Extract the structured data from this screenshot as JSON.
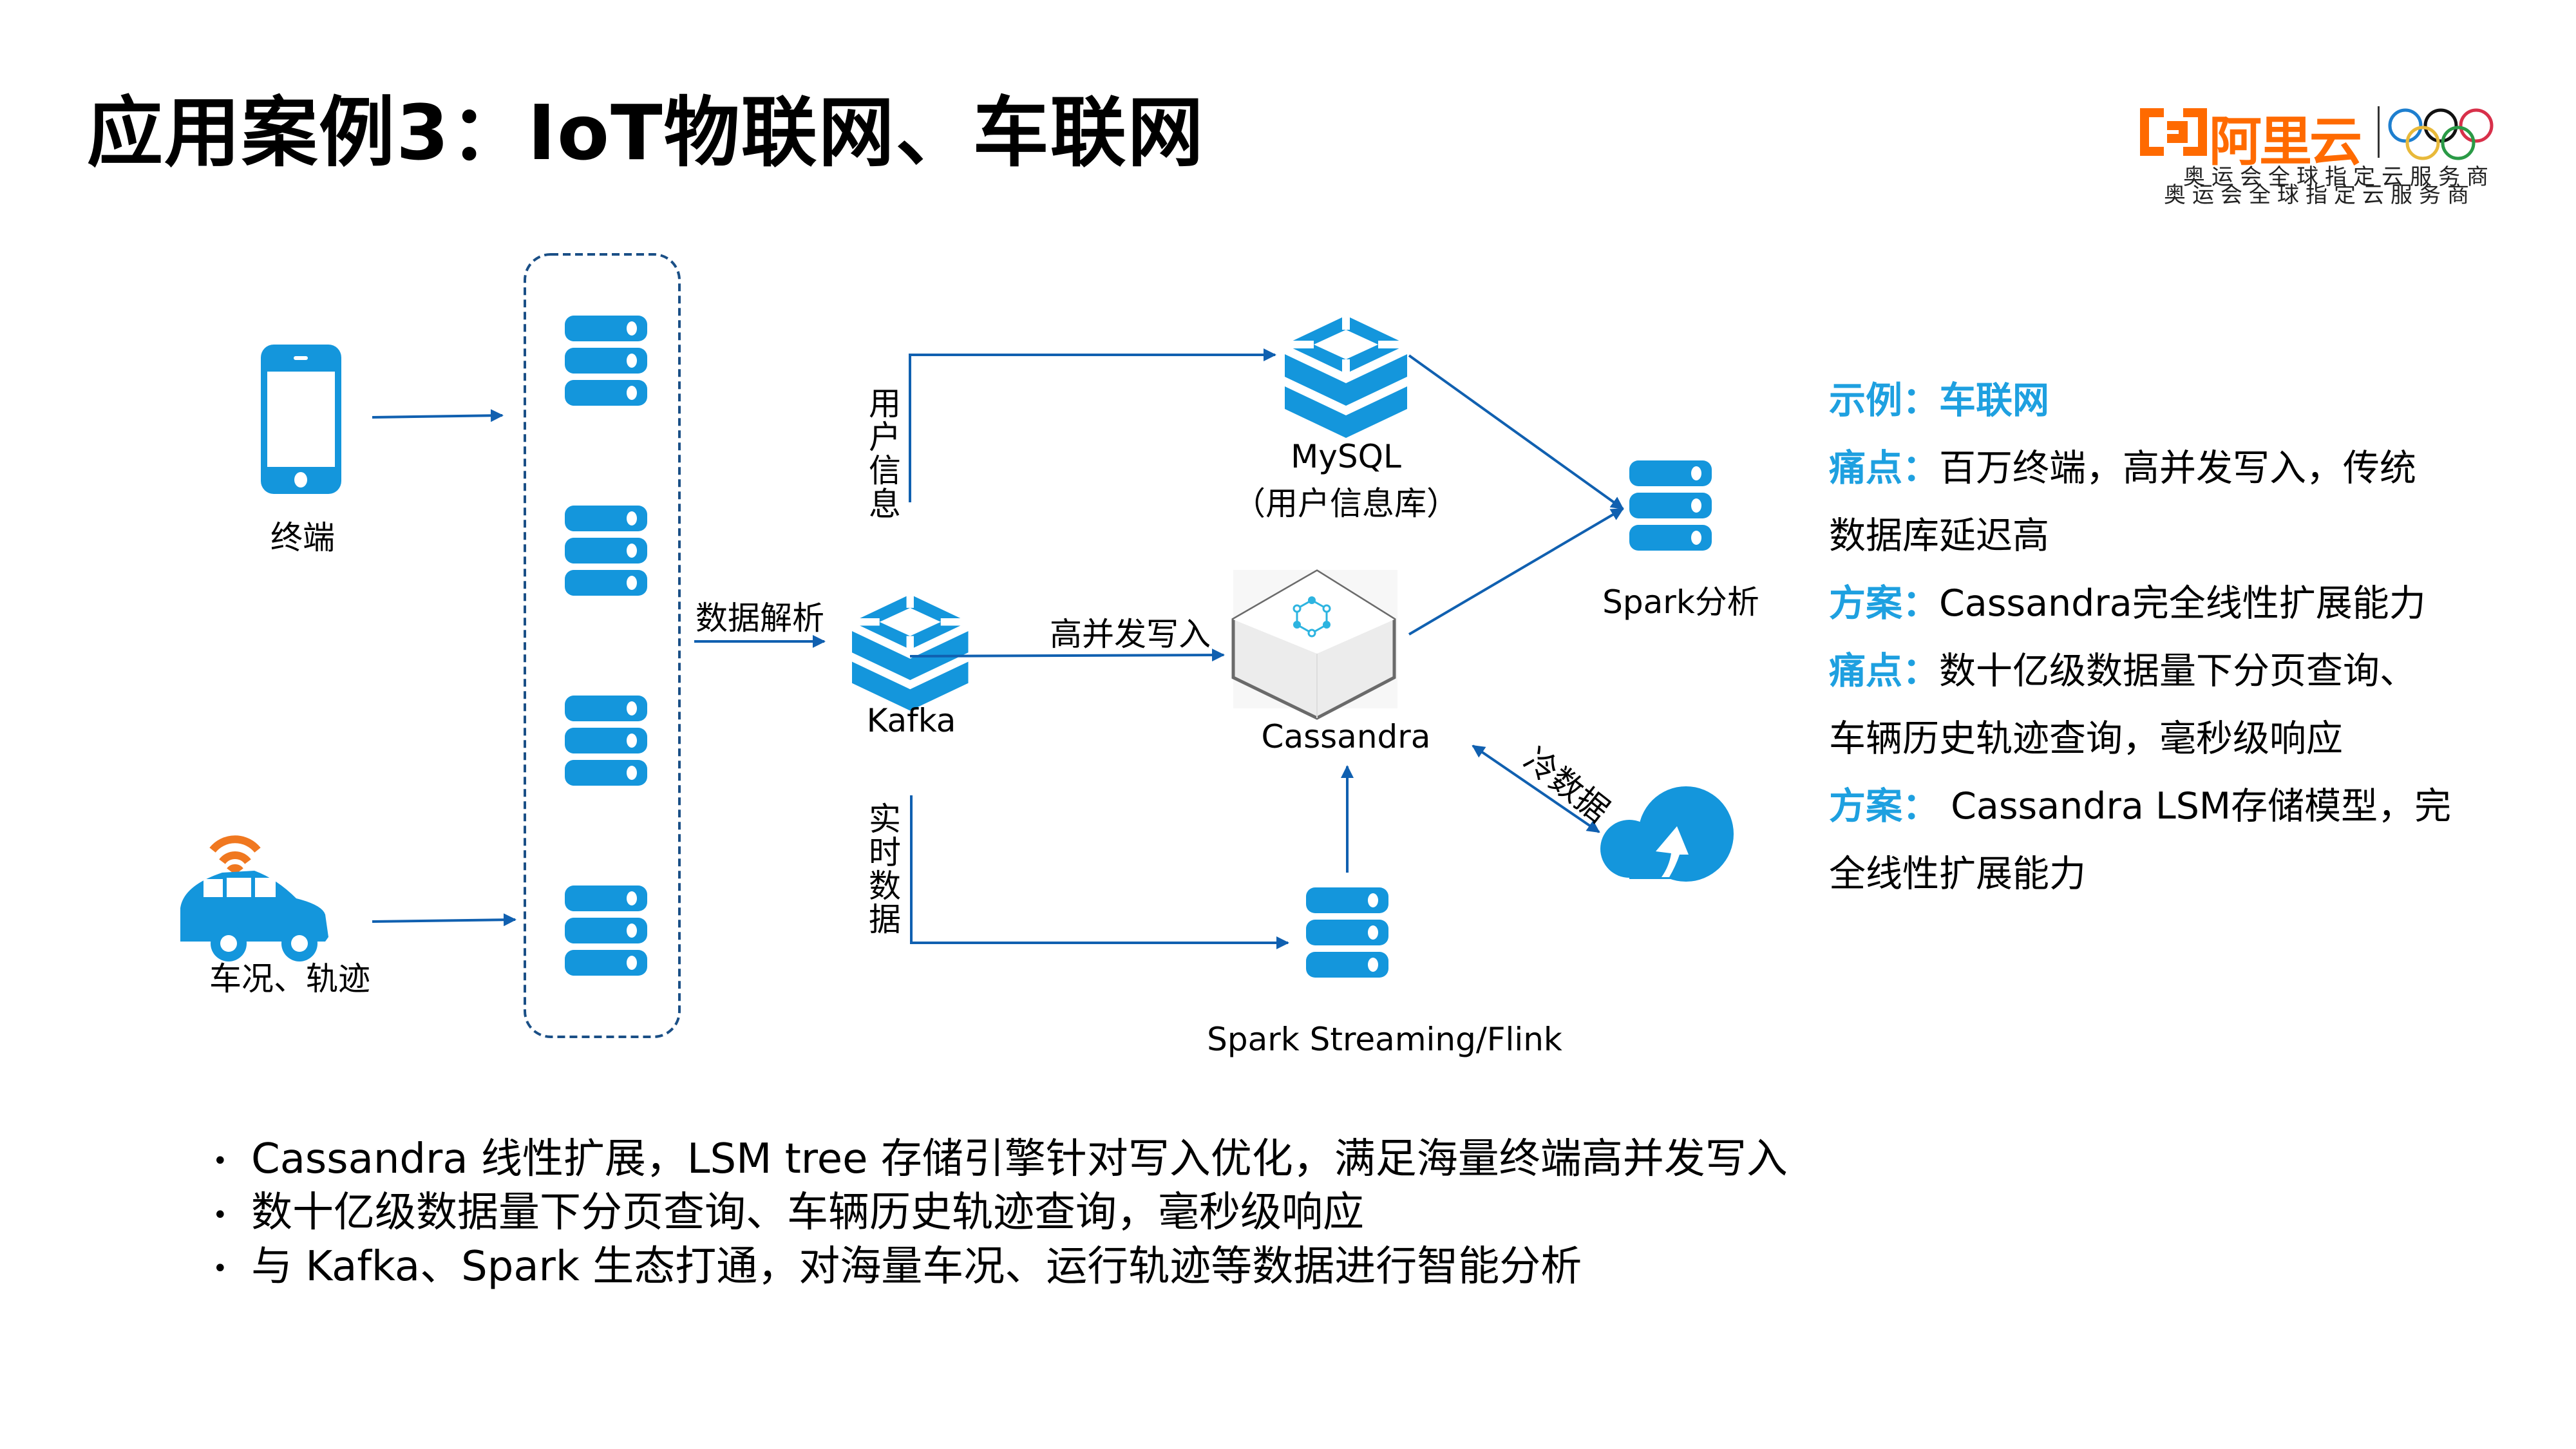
{
  "title": "应用案例3：IoT物联网、车联网",
  "logo": {
    "brand": "阿里云",
    "tagline": "奥运会全球指定云服务商",
    "brand_color": "#ff6a00",
    "icon": "aliyun-logo-icon",
    "partner_icon": "olympic-rings-icon"
  },
  "diagram": {
    "nodes": {
      "terminal": {
        "label": "终端",
        "icon": "mobile-phone-icon"
      },
      "vehicle": {
        "label": "车况、轨迹",
        "icon": "car-wifi-icon"
      },
      "server_cluster": {
        "icon": "server-rack-icon",
        "count": 4
      },
      "kafka": {
        "label": "Kafka",
        "icon": "stack-cube-icon"
      },
      "mysql": {
        "label": "MySQL",
        "sublabel": "（用户信息库）",
        "icon": "stack-cube-icon"
      },
      "cassandra": {
        "label": "Cassandra",
        "icon": "cassandra-cube-icon"
      },
      "spark_analysis": {
        "label": "Spark分析",
        "icon": "server-icon"
      },
      "spark_streaming": {
        "label": "Spark Streaming/Flink",
        "icon": "server-icon"
      },
      "cloud_storage": {
        "icon": "cloud-upload-icon"
      }
    },
    "edges": {
      "data_parse": "数据解析",
      "user_info": "用户信息",
      "realtime_data": "实时数据",
      "high_concurrency_write": "高并发写入",
      "cold_data": "冷数据"
    },
    "colors": {
      "icon_blue": "#1496dc",
      "arrow_blue": "#1060b0",
      "dashed_border": "#1a4f86",
      "wifi_orange": "#f07820"
    }
  },
  "panel": {
    "example_label": "示例：车联网",
    "items": [
      {
        "key": "痛点：",
        "lines": [
          "百万终端，高并发写入，传统",
          "数据库延迟高"
        ]
      },
      {
        "key": "方案：",
        "lines": [
          "Cassandra完全线性扩展能力"
        ]
      },
      {
        "key": "痛点：",
        "lines": [
          "数十亿级数据量下分页查询、",
          "车辆历史轨迹查询，毫秒级响应"
        ]
      },
      {
        "key": "方案：",
        "lines": [
          " Cassandra LSM存储模型，完",
          "全线性扩展能力"
        ]
      }
    ],
    "accent_color": "#1ea0e0"
  },
  "bullets": [
    "Cassandra 线性扩展，LSM tree 存储引擎针对写入优化，满足海量终端高并发写入",
    "数十亿级数据量下分页查询、车辆历史轨迹查询，毫秒级响应",
    "与 Kafka、Spark 生态打通，对海量车况、运行轨迹等数据进行智能分析"
  ]
}
